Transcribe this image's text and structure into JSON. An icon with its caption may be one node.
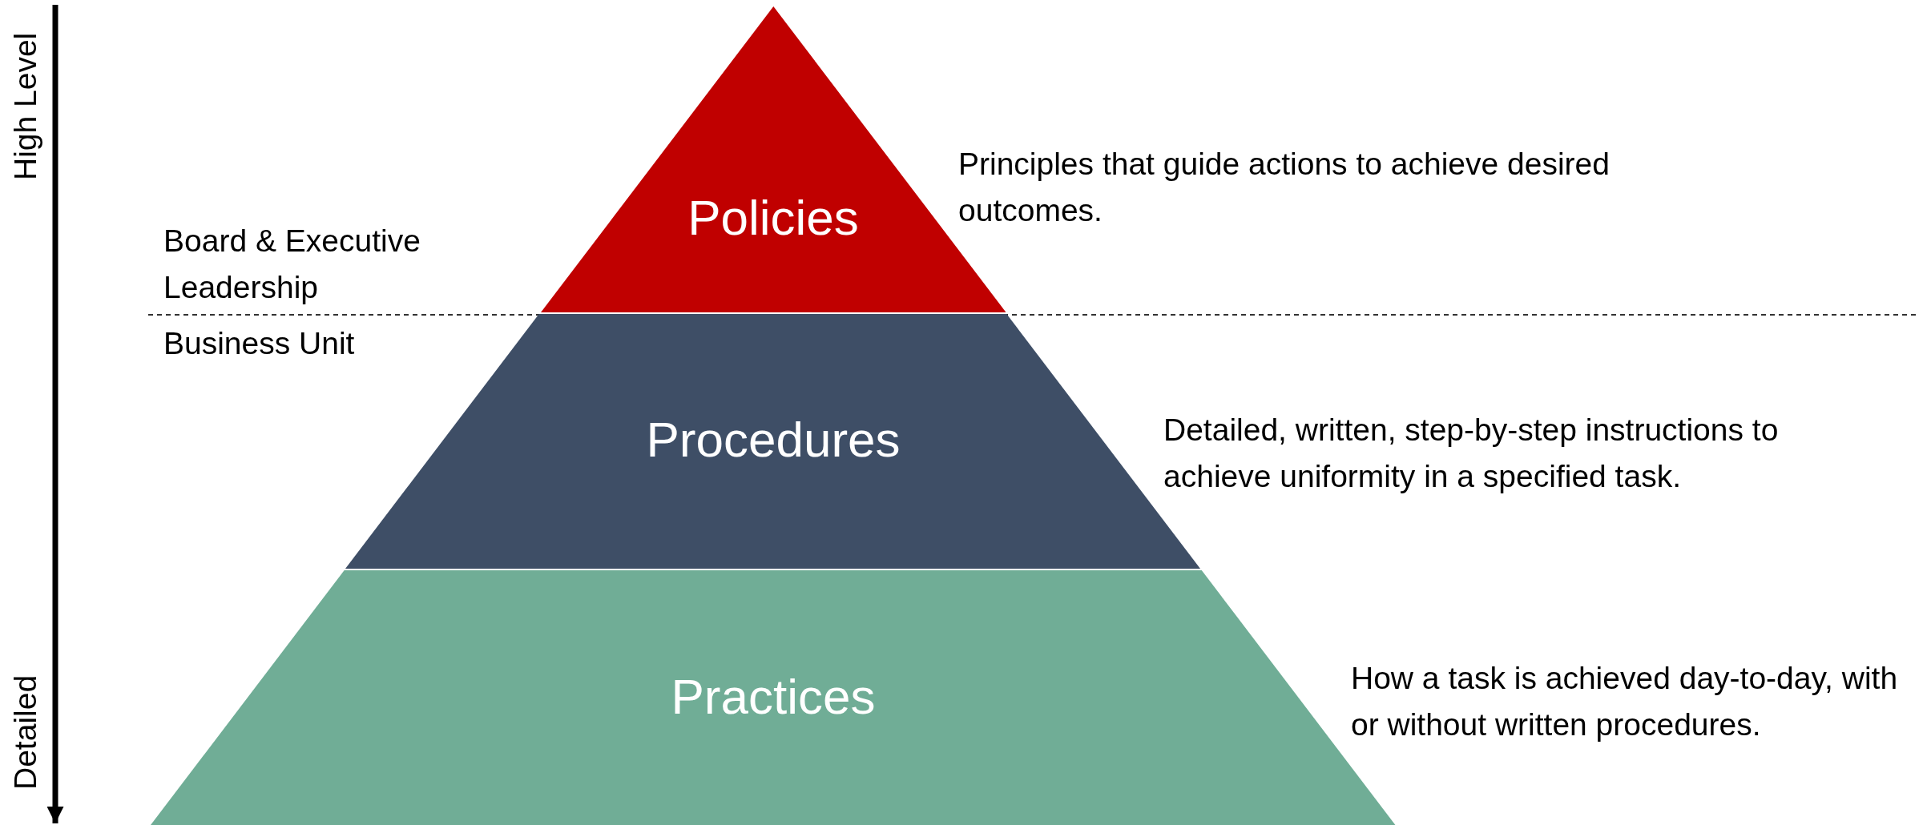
{
  "diagram": {
    "nodes": [
      {
        "text": [
          "Policies"
        ],
        "beside": [
          "Principles that guide actions to achieve desired outcomes."
        ]
      },
      {
        "text": [
          "Procedures"
        ],
        "beside": [
          "Detailed, written, step-by-step instructions to achieve uniformity in a specified task."
        ]
      },
      {
        "text": [
          "Practices"
        ],
        "beside": [
          "How a task is achieved day-to-day, with or without written procedures."
        ]
      }
    ],
    "edges": [],
    "labels": [
      "High Level",
      "Detailed",
      "Board & Executive Leadership",
      "Business Unit"
    ]
  }
}
